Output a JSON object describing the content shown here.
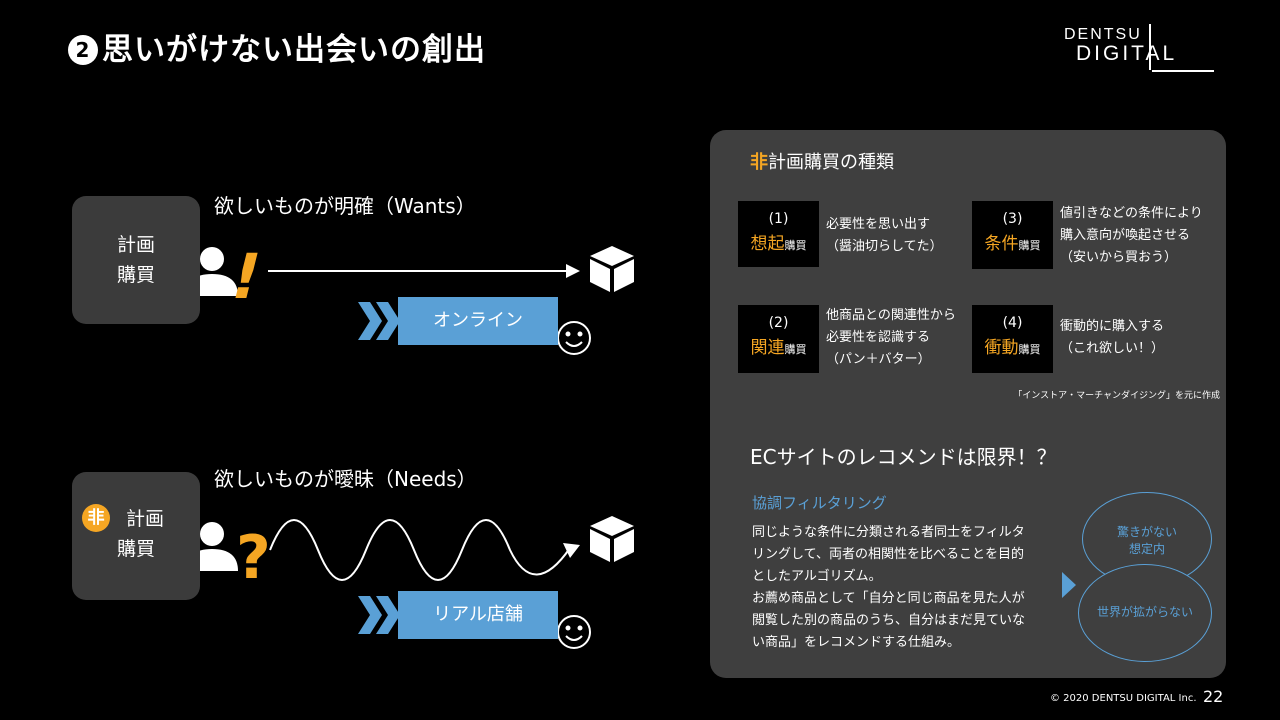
{
  "header": {
    "number": "2",
    "title": "思いがけない出会いの創出",
    "logo_line1": "DENTSU",
    "logo_line2": "DIGITAL"
  },
  "planned": {
    "box_line1": "計画",
    "box_line2": "購買",
    "label": "欲しいものが明確（Wants）",
    "mark": "!",
    "channel": "オンライン"
  },
  "unplanned": {
    "badge": "非",
    "box_line1": "計画",
    "box_line2": "購買",
    "label": "欲しいものが曖昧（Needs）",
    "mark": "?",
    "channel": "リアル店舗"
  },
  "panel": {
    "title_accent": "非",
    "title_rest": "計画購買の種類",
    "kinds": [
      {
        "num": "(1)",
        "keyword": "想起",
        "suffix": "購買",
        "desc": [
          "必要性を思い出す",
          "（醤油切らしてた）"
        ]
      },
      {
        "num": "(3)",
        "keyword": "条件",
        "suffix": "購買",
        "desc": [
          "値引きなどの条件により",
          "購入意向が喚起させる",
          "（安いから買おう）"
        ]
      },
      {
        "num": "(2)",
        "keyword": "関連",
        "suffix": "購買",
        "desc": [
          "他商品との関連性から",
          "必要性を認識する",
          "（パン＋バター）"
        ]
      },
      {
        "num": "(4)",
        "keyword": "衝動",
        "suffix": "購買",
        "desc": [
          "衝動的に購入する",
          "（これ欲しい！）"
        ]
      }
    ],
    "source": "「インストア・マーチャンダイジング」を元に作成",
    "ec_title": "ECサイトのレコメンドは限界！？",
    "cf_title": "協調フィルタリング",
    "cf_body": [
      "同じような条件に分類される者同士をフィルタ",
      "リングして、両者の相関性を比べることを目的",
      "としたアルゴリズム。",
      "お薦め商品として「自分と同じ商品を見た人が",
      "閲覧した別の商品のうち、自分はまだ見ていな",
      "い商品」をレコメンドする仕組み。"
    ],
    "bubble1_line1": "驚きがない",
    "bubble1_line2": "想定内",
    "bubble2": "世界が拡がらない"
  },
  "footer": {
    "copyright": "© 2020 DENTSU DIGITAL Inc.",
    "page": "22"
  },
  "colors": {
    "accent_orange": "#f5a623",
    "accent_blue": "#5aa0d6",
    "box_gray": "#3b3b3b"
  }
}
